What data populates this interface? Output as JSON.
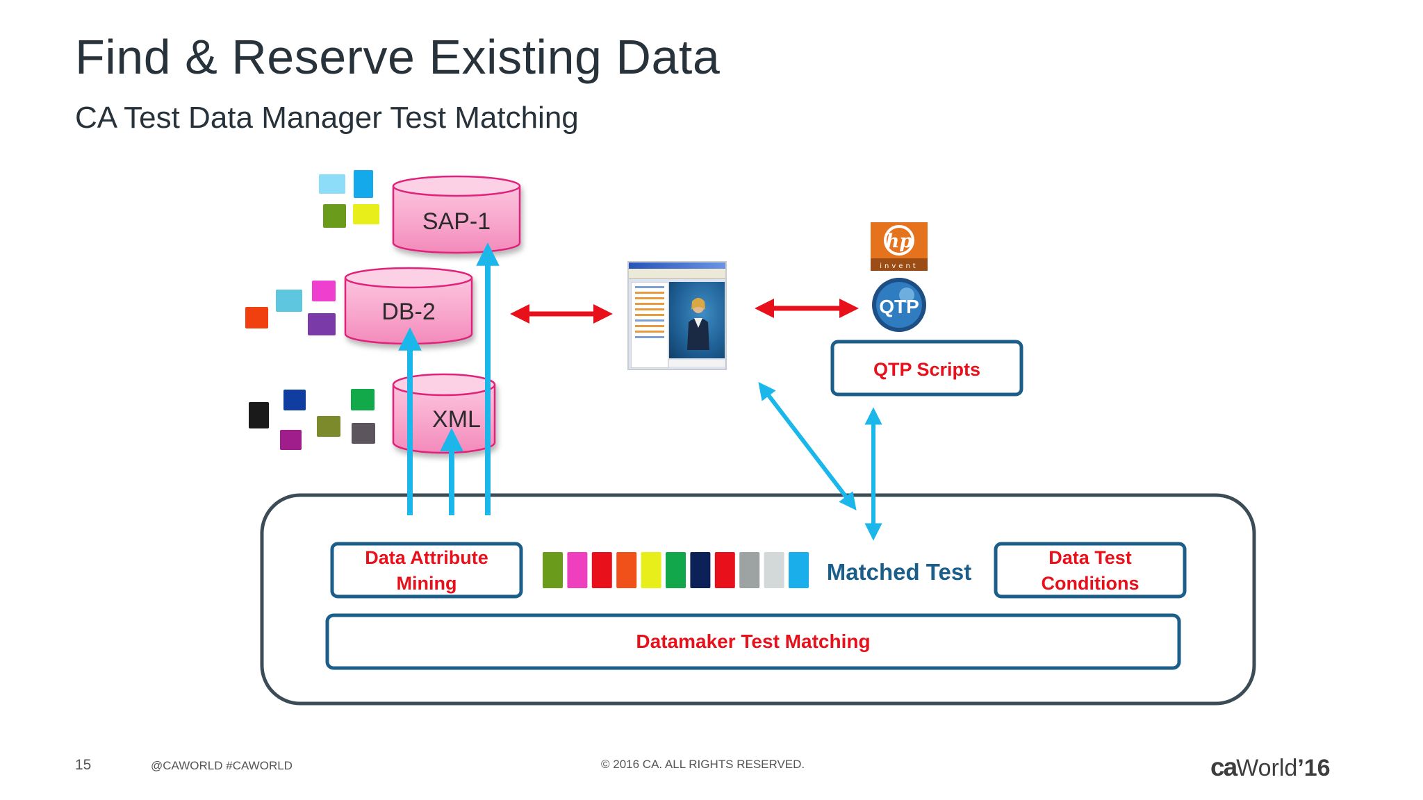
{
  "slide": {
    "title": "Find & Reserve Existing Data",
    "subtitle": "CA Test Data Manager Test Matching"
  },
  "databases": [
    {
      "label": "SAP-1"
    },
    {
      "label": "DB-2"
    },
    {
      "label": "XML"
    }
  ],
  "labels": {
    "qtp_scripts": "QTP Scripts",
    "data_attribute_mining": [
      "Data Attribute",
      "Mining"
    ],
    "matched_test": "Matched Test",
    "data_test_conditions": [
      "Data Test",
      "Conditions"
    ],
    "datamaker_test_matching": "Datamaker Test Matching"
  },
  "logos": {
    "hp_text": "hp",
    "hp_tagline": "invent",
    "qtp_text": "QTP"
  },
  "colors": {
    "accent_red": "#e8101a",
    "arrow_blue": "#1bb7ea",
    "box_border": "#1b5e8a",
    "container_border": "#3b4c57",
    "matched_text": "#1b5e8a",
    "db_fill": "#f9a9cf",
    "db_border": "#e0247a",
    "hp_orange": "#e5731e",
    "qtp_blue": "#1d6ca6"
  },
  "color_strip": [
    "#6b9b1a",
    "#ee3fbf",
    "#e8101a",
    "#f0501a",
    "#e8ee1a",
    "#13a74c",
    "#0c2158",
    "#e8101a",
    "#9ca3a2",
    "#d3d8d8",
    "#1aaeea"
  ],
  "footer": {
    "page_number": "15",
    "handles": "@CAWORLD    #CAWORLD",
    "copyright": "© 2016 CA. ALL RIGHTS RESERVED.",
    "brand_ca": "ca",
    "brand_world": "World",
    "brand_year": "’16"
  }
}
